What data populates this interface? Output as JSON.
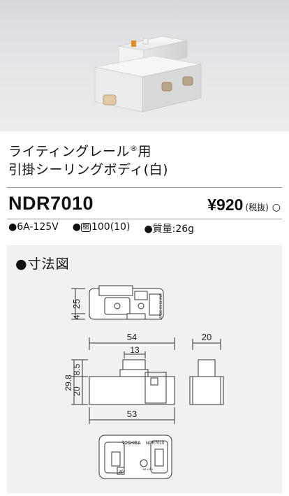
{
  "product": {
    "title_line1": "ライティングレール",
    "title_reg": "®",
    "title_line1_suffix": "用",
    "title_line2": "引掛シーリングボディ(白)",
    "model": "NDR7010",
    "price": "¥920",
    "price_note": "(税抜)",
    "price_mark": "○"
  },
  "specs": {
    "rating": "●6A-125V",
    "pack_prefix": "●",
    "pack_icon": "梱",
    "pack_value": "100(10)",
    "weight": "●質量:26g"
  },
  "drawing": {
    "heading": "●寸法図",
    "dims": {
      "side_height": "25",
      "side_base": "4",
      "length": "54",
      "offset": "13",
      "width": "20",
      "overall_height": "29.8",
      "body_height": "20",
      "top_height": "8.5",
      "base_length": "53"
    },
    "labels": {
      "brand": "TOSHIBA",
      "model": "NDR7010",
      "rating": "6A 125V",
      "terminal": "W",
      "made_in": "MADE IN CHINA"
    }
  }
}
